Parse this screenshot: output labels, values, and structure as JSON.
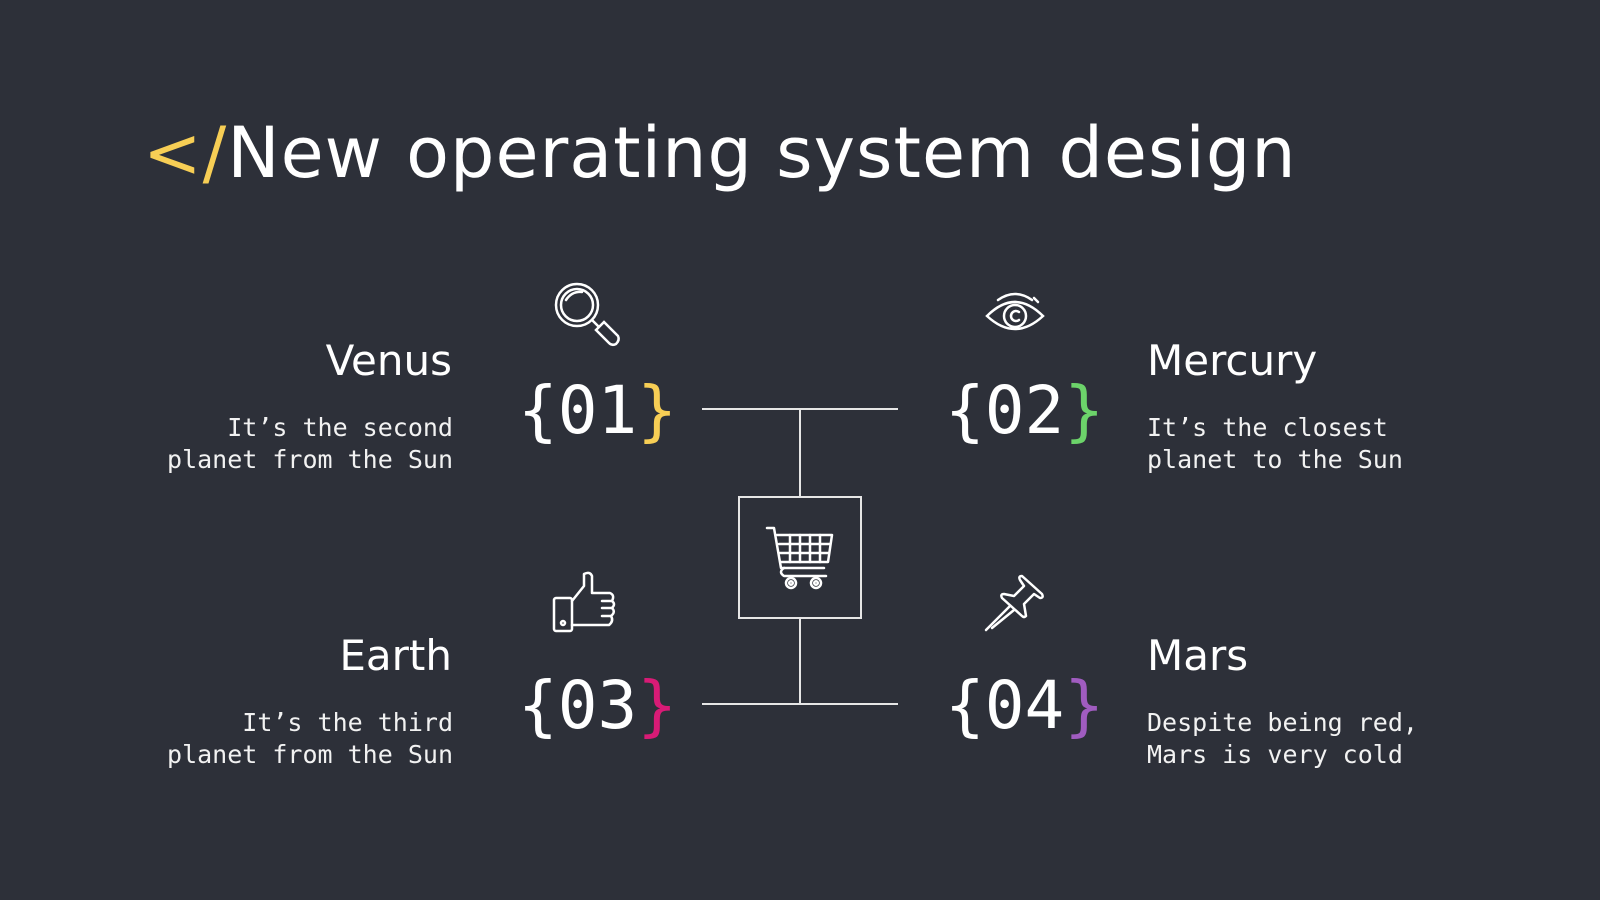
{
  "slide": {
    "title_prefix": "</",
    "title": "New operating system design",
    "colors": {
      "background": "#2d3039",
      "accent": "#f7ce55",
      "green": "#6cd36a",
      "pink": "#d81b76",
      "purple": "#a05cc0"
    }
  },
  "items": [
    {
      "num": "01",
      "open": "{",
      "close": "}",
      "name": "Venus",
      "desc": "It’s the second\nplanet from the Sun",
      "icon": "magnifier-icon",
      "close_color": "#f7ce55"
    },
    {
      "num": "02",
      "open": "{",
      "close": "}",
      "name": "Mercury",
      "desc": "It’s the closest\nplanet to the Sun",
      "icon": "eye-icon",
      "close_color": "#6cd36a"
    },
    {
      "num": "03",
      "open": "{",
      "close": "}",
      "name": "Earth",
      "desc": "It’s the third\nplanet from the Sun",
      "icon": "thumbs-up-icon",
      "close_color": "#d81b76"
    },
    {
      "num": "04",
      "open": "{",
      "close": "}",
      "name": "Mars",
      "desc": "Despite being red,\nMars is very cold",
      "icon": "pushpin-icon",
      "close_color": "#a05cc0"
    }
  ],
  "center": {
    "icon": "shopping-cart-icon"
  }
}
